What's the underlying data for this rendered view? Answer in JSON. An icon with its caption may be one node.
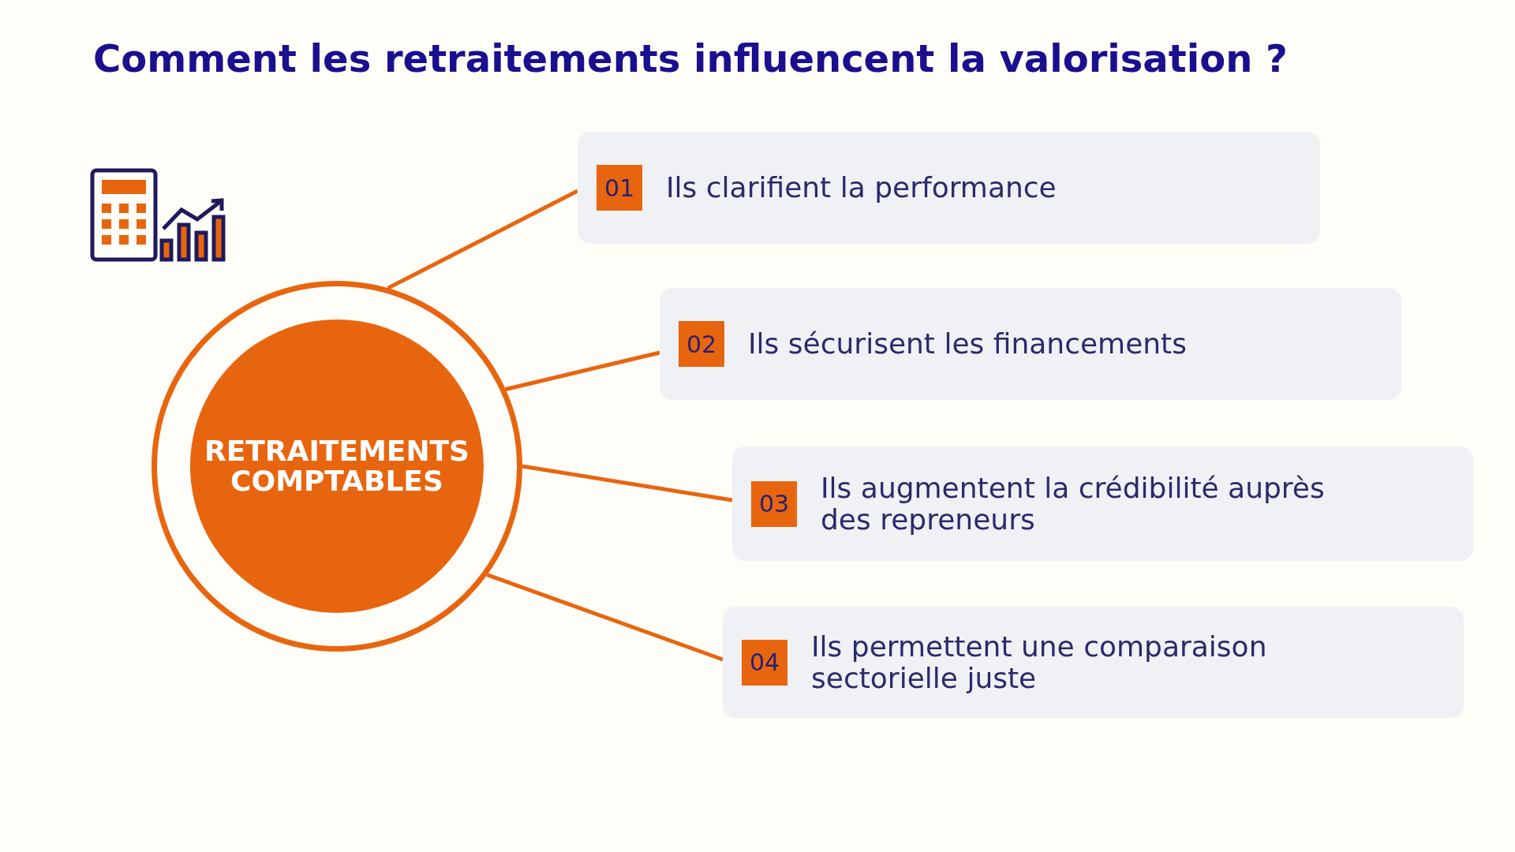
{
  "diagram": {
    "title": "Comment les retraitements influencent la valorisation ?",
    "nodes": [
      {
        "text": [
          "RETRAITEMENTS COMPTABLES"
        ]
      },
      {
        "text": [
          "01",
          "Ils clarifient la performance"
        ]
      },
      {
        "text": [
          "02",
          "Ils sécurisent les financements"
        ]
      },
      {
        "text": [
          "03",
          "Ils augmentent la crédibilité auprès des repreneurs"
        ]
      },
      {
        "text": [
          "04",
          "Ils permettent une comparaison sectorielle juste"
        ]
      }
    ],
    "edges": [
      {
        "from": 0,
        "to": 1,
        "arrow": "none"
      },
      {
        "from": 0,
        "to": 2,
        "arrow": "none"
      },
      {
        "from": 0,
        "to": 3,
        "arrow": "none"
      },
      {
        "from": 0,
        "to": 4,
        "arrow": "none"
      }
    ]
  }
}
